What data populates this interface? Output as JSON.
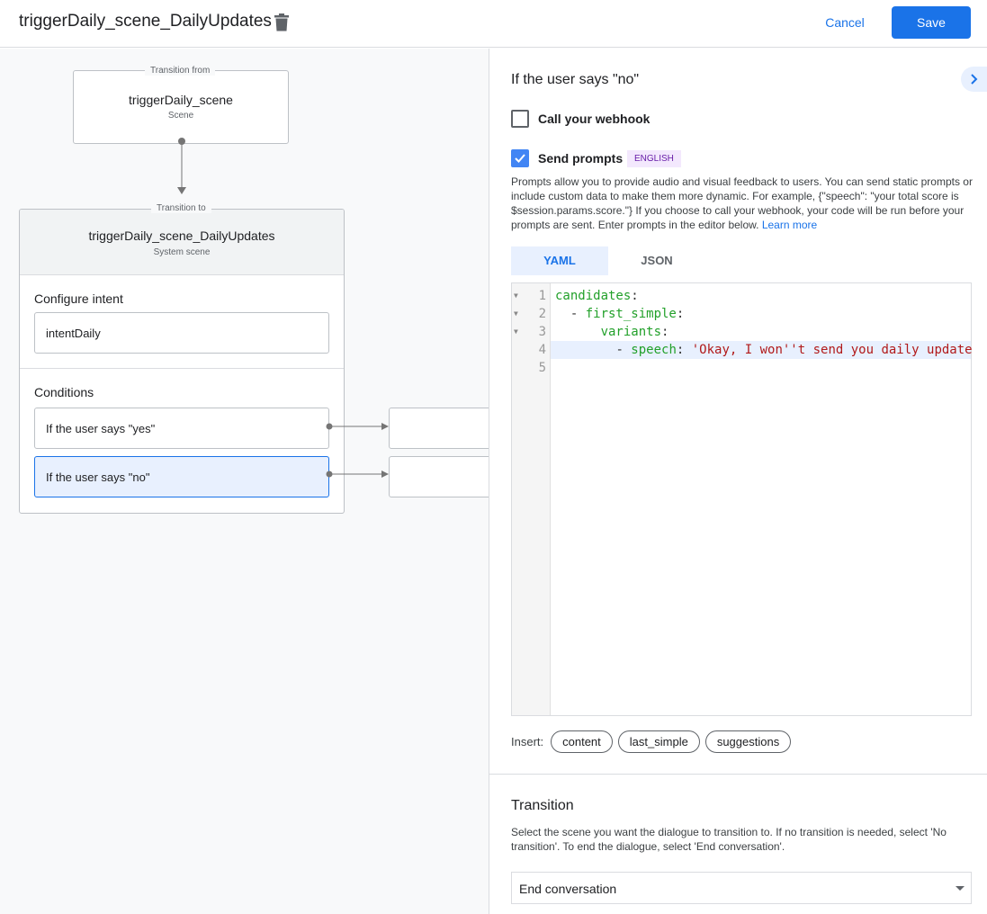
{
  "header": {
    "title": "triggerDaily_scene_DailyUpdates",
    "cancel": "Cancel",
    "save": "Save"
  },
  "canvas": {
    "from": {
      "label": "Transition from",
      "name": "triggerDaily_scene",
      "type": "Scene"
    },
    "to": {
      "label": "Transition to",
      "name": "triggerDaily_scene_DailyUpdates",
      "type": "System scene"
    },
    "intent": {
      "heading": "Configure intent",
      "value": "intentDaily"
    },
    "conditions": {
      "heading": "Conditions",
      "items": [
        "If the user says \"yes\"",
        "If the user says \"no\""
      ]
    }
  },
  "panel": {
    "title": "If the user says \"no\"",
    "webhook": {
      "label": "Call your webhook",
      "checked": false
    },
    "prompts": {
      "label": "Send prompts",
      "checked": true,
      "badge": "ENGLISH",
      "desc": "Prompts allow you to provide audio and visual feedback to users. You can send static prompts or include custom data to make them more dynamic. For example, {\"speech\": \"your total score is $session.params.score.\"} If you choose to call your webhook, your code will be run before your prompts are sent. Enter prompts in the editor below.",
      "learn_more": "Learn more"
    },
    "tabs": [
      "YAML",
      "JSON"
    ],
    "code_lines": [
      {
        "n": "1",
        "key": "candidates",
        "indent": "",
        "dash": "",
        "val": ""
      },
      {
        "n": "2",
        "key": "first_simple",
        "indent": "  ",
        "dash": "- ",
        "val": ""
      },
      {
        "n": "3",
        "key": "variants",
        "indent": "      ",
        "dash": "",
        "val": ""
      },
      {
        "n": "4",
        "key": "speech",
        "indent": "        ",
        "dash": "- ",
        "val": "'Okay, I won''t send you daily update"
      },
      {
        "n": "5",
        "key": "",
        "indent": "",
        "dash": "",
        "val": ""
      }
    ],
    "insert": {
      "label": "Insert:",
      "chips": [
        "content",
        "last_simple",
        "suggestions"
      ]
    },
    "transition": {
      "heading": "Transition",
      "desc": "Select the scene you want the dialogue to transition to. If no transition is needed, select 'No transition'. To end the dialogue, select 'End conversation'.",
      "selected": "End conversation"
    }
  }
}
